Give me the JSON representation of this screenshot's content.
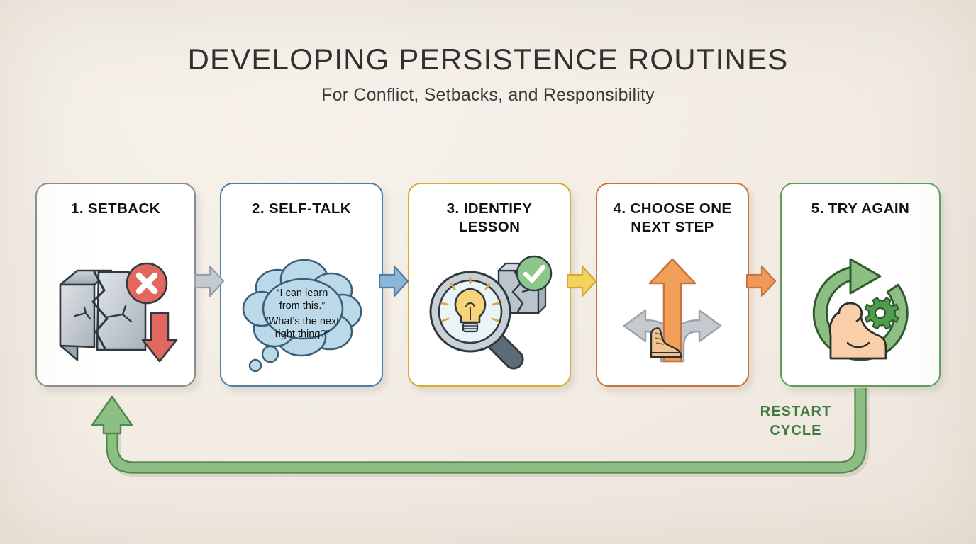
{
  "header": {
    "title": "DEVELOPING PERSISTENCE ROUTINES",
    "subtitle": "For Conflict, Setbacks, and Responsibility"
  },
  "palette": {
    "background": "#f2ece4",
    "card_background": "#ffffff",
    "step1_border": "#8a8d90",
    "step2_border": "#4d7fa8",
    "step3_border": "#d7ab2e",
    "step4_border": "#c9743c",
    "step5_border": "#5d9e5c",
    "loop_green": "#8dbf84",
    "loop_green_dark": "#4f8a4d",
    "restart_label": "#3f7a42",
    "red_accent": "#e2685f",
    "orange_accent": "#f0a05a",
    "yellow_accent": "#f5d25a",
    "blue_cloud": "#bcd9ea",
    "gray_arrow": "#bfc4c8"
  },
  "steps": [
    {
      "number": "1.",
      "title": "1. SETBACK",
      "icon": "cracked-block-icon",
      "border_color": "#8a8d90"
    },
    {
      "number": "2.",
      "title": "2. SELF-TALK",
      "icon": "thought-bubble-icon",
      "border_color": "#4d7fa8",
      "bubble_lines": [
        "“I can learn",
        "from this.”",
        "“What’s the next",
        "right thing?”"
      ]
    },
    {
      "number": "3.",
      "title": "3. IDENTIFY LESSON",
      "icon": "magnifier-lightbulb-icon",
      "border_color": "#d7ab2e"
    },
    {
      "number": "4.",
      "title": "4. CHOOSE ONE NEXT STEP",
      "icon": "branching-arrows-boot-icon",
      "border_color": "#c9743c"
    },
    {
      "number": "5.",
      "title": "5. TRY AGAIN",
      "icon": "refresh-bicep-gear-icon",
      "border_color": "#5d9e5c"
    }
  ],
  "connectors": [
    {
      "name": "arrow-step1-to-step2",
      "color": "#bfc4c8"
    },
    {
      "name": "arrow-step2-to-step3",
      "color": "#7aa9ce"
    },
    {
      "name": "arrow-step3-to-step4",
      "color": "#f5d25a"
    },
    {
      "name": "arrow-step4-to-step5",
      "color": "#f0975a"
    }
  ],
  "loop": {
    "label_line1": "RESTART",
    "label_line2": "CYCLE",
    "color": "#8dbf84"
  }
}
